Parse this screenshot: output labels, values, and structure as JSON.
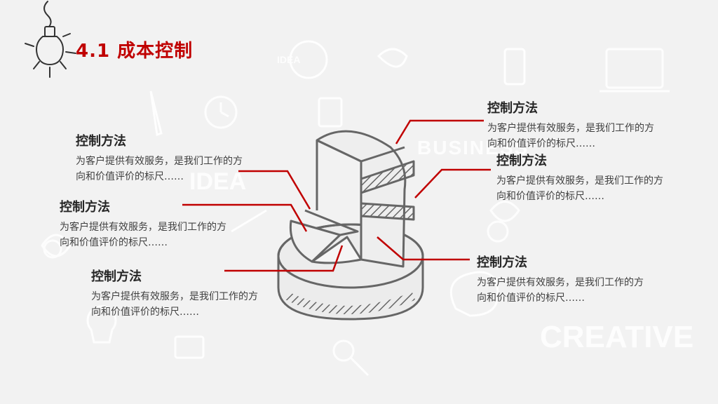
{
  "title": "4.1 成本控制",
  "accent_color": "#c00000",
  "icons": [
    "lightbulb-icon",
    "pie-stack-diagram"
  ],
  "background_words": [
    "IDEA",
    "BUSINESS",
    "IDEA",
    "CREATIVE"
  ],
  "blocks": [
    {
      "heading": "控制方法",
      "body": "为客户提供有效服务，是我们工作的方向和价值评价的标尺……"
    },
    {
      "heading": "控制方法",
      "body": "为客户提供有效服务，是我们工作的方向和价值评价的标尺……"
    },
    {
      "heading": "控制方法",
      "body": "为客户提供有效服务，是我们工作的方向和价值评价的标尺……"
    },
    {
      "heading": "控制方法",
      "body": "为客户提供有效服务，是我们工作的方向和价值评价的标尺……"
    },
    {
      "heading": "控制方法",
      "body": "为客户提供有效服务，是我们工作的方向和价值评价的标尺……"
    },
    {
      "heading": "控制方法",
      "body": "为客户提供有效服务，是我们工作的方向和价值评价的标尺……"
    }
  ]
}
